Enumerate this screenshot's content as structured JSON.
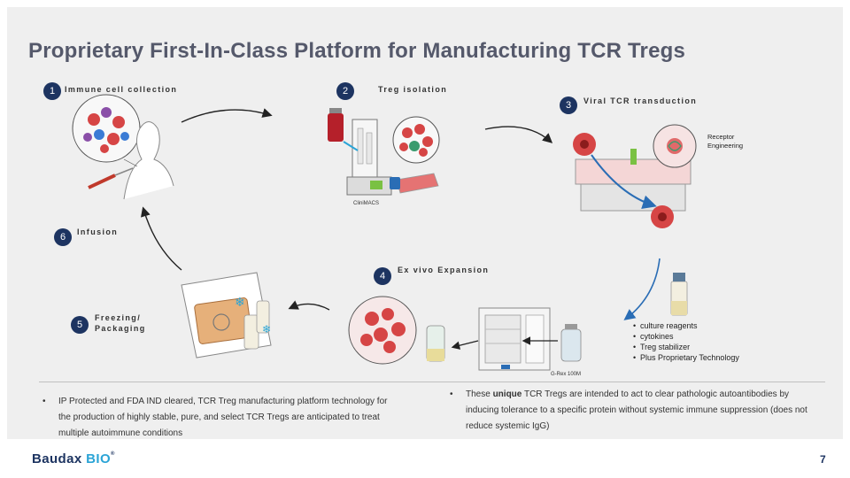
{
  "slide": {
    "title": "Proprietary First-In-Class Platform for Manufacturing TCR Tregs",
    "page_number": "7"
  },
  "steps": [
    {
      "number": "1",
      "label": "Immune cell collection"
    },
    {
      "number": "2",
      "label": "Treg isolation"
    },
    {
      "number": "3",
      "label": "Viral TCR transduction"
    },
    {
      "number": "4",
      "label": "Ex vivo Expansion"
    },
    {
      "number": "5",
      "label": "Freezing/ Packaging"
    },
    {
      "number": "6",
      "label": "Infusion"
    }
  ],
  "figure_labels": {
    "clinimacs": "CliniMACS",
    "receptor_engineering": "Receptor Engineering",
    "grex": "G-Rex 100M"
  },
  "reagents": [
    "culture reagents",
    "cytokines",
    "Treg stabilizer",
    "Plus Proprietary Technology"
  ],
  "notes": {
    "left": "IP Protected and FDA IND cleared, TCR Treg manufacturing platform technology for the production of highly stable, pure, and select TCR Tregs are anticipated to treat multiple autoimmune conditions",
    "right_prefix": "These ",
    "right_bold": "unique",
    "right_suffix": " TCR Tregs are intended to act to clear pathologic autoantibodies by inducing tolerance to a specific protein without systemic immune suppression (does not reduce systemic IgG)"
  },
  "logo": {
    "word": "Baudax",
    "bio": "BIO",
    "reg": "®"
  },
  "colors": {
    "badge": "#1d3461",
    "title": "#55596b",
    "cell_red": "#d64545",
    "accent_blue": "#2ba4d6"
  }
}
